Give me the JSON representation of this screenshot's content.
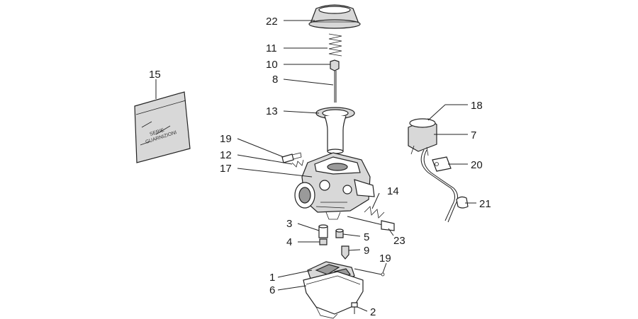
{
  "diagram": {
    "labels": [
      "22",
      "11",
      "10",
      "8",
      "13",
      "15",
      "19",
      "12",
      "17",
      "18",
      "7",
      "20",
      "21",
      "14",
      "3",
      "5",
      "4",
      "23",
      "9",
      "19",
      "1",
      "6",
      "2"
    ],
    "bag_text": [
      "SERIE",
      "GUARNIZIONI"
    ]
  }
}
